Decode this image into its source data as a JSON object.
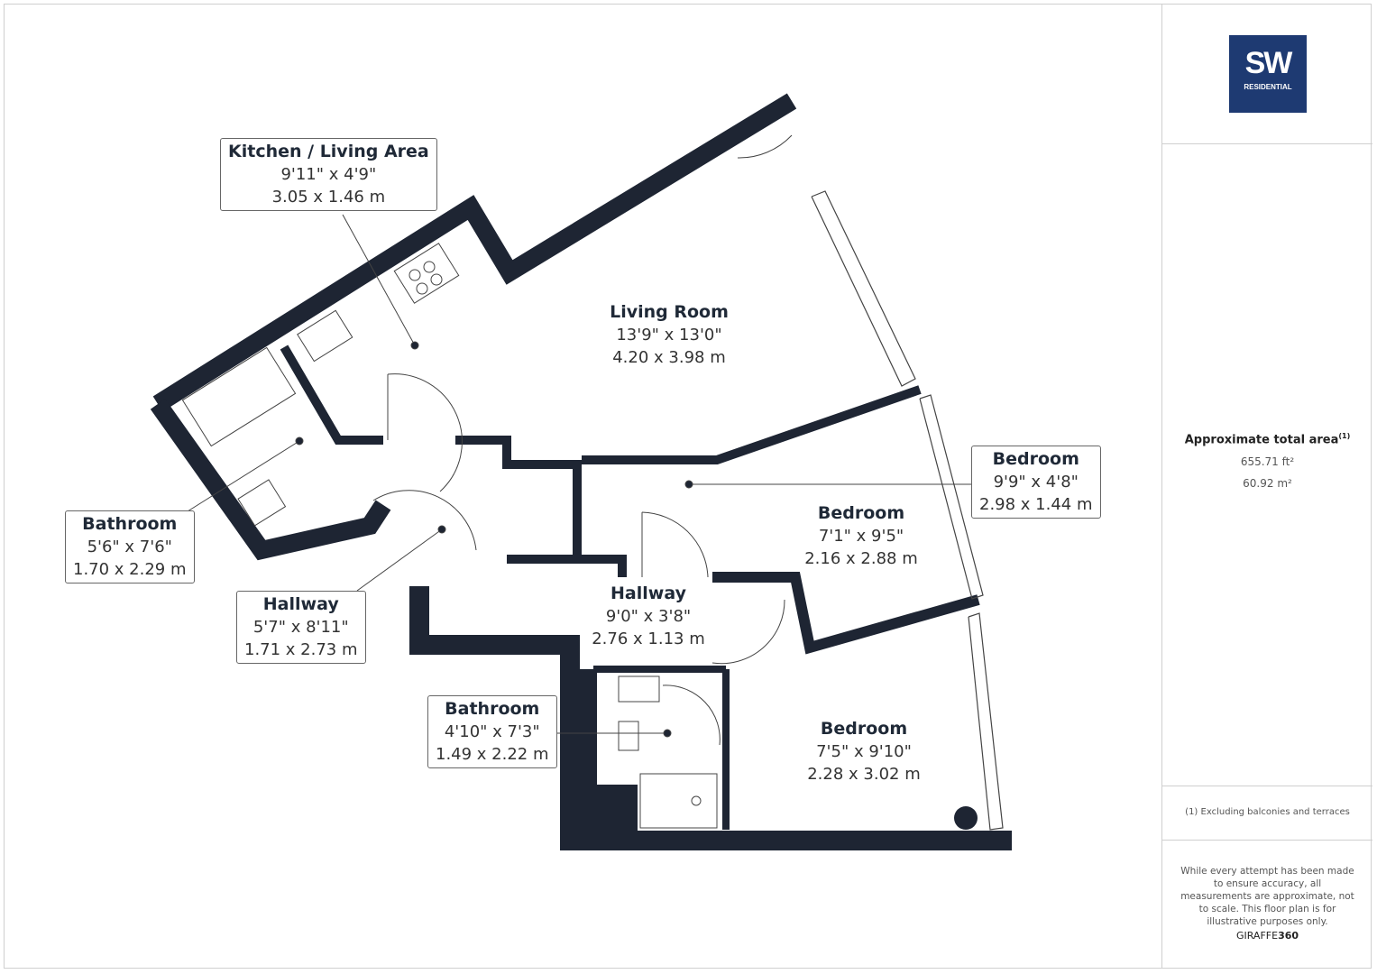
{
  "brand": {
    "logo_text": "SW",
    "logo_sub": "RESIDENTIAL",
    "credit_a": "GIRAFFE",
    "credit_b": "360"
  },
  "area": {
    "title": "Approximate total area",
    "sup": "(1)",
    "sqft": "655.71 ft²",
    "sqm": "60.92 m²"
  },
  "footnote": "(1) Excluding balconies and terraces",
  "disclaimer": "While every attempt has been made to ensure accuracy, all measurements are approximate, not to scale. This floor plan is for illustrative purposes only.",
  "rooms": [
    {
      "name": "Kitchen / Living Area",
      "imperial": "9'11\" x 4'9\"",
      "metric": "3.05 x 1.46 m"
    },
    {
      "name": "Living Room",
      "imperial": "13'9\" x 13'0\"",
      "metric": "4.20 x 3.98 m"
    },
    {
      "name": "Bathroom",
      "imperial": "5'6\" x 7'6\"",
      "metric": "1.70 x 2.29 m"
    },
    {
      "name": "Hallway",
      "imperial": "5'7\" x 8'11\"",
      "metric": "1.71 x 2.73 m"
    },
    {
      "name": "Bedroom",
      "imperial": "9'9\" x 4'8\"",
      "metric": "2.98 x 1.44 m"
    },
    {
      "name": "Bedroom",
      "imperial": "7'1\" x 9'5\"",
      "metric": "2.16 x 2.88 m"
    },
    {
      "name": "Hallway",
      "imperial": "9'0\" x 3'8\"",
      "metric": "2.76 x 1.13 m"
    },
    {
      "name": "Bathroom",
      "imperial": "4'10\" x 7'3\"",
      "metric": "1.49 x 2.22 m"
    },
    {
      "name": "Bedroom",
      "imperial": "7'5\" x 9'10\"",
      "metric": "2.28 x 3.02 m"
    }
  ],
  "colors": {
    "wall": "#1e2533",
    "logo_bg": "#1e3a72"
  }
}
